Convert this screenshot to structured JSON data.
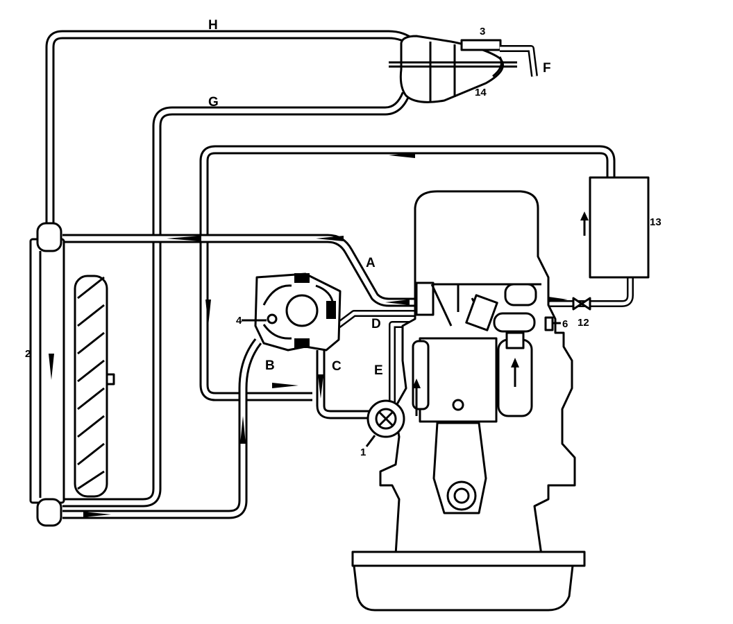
{
  "labels": {
    "pipe_a": "A",
    "pipe_b": "B",
    "pipe_c": "C",
    "pipe_d": "D",
    "pipe_e": "E",
    "pipe_f": "F",
    "pipe_g": "G",
    "pipe_h": "H",
    "part_1": "1",
    "part_2": "2",
    "part_3": "3",
    "part_4": "4",
    "part_6": "6",
    "part_12": "12",
    "part_13": "13",
    "part_14": "14"
  }
}
